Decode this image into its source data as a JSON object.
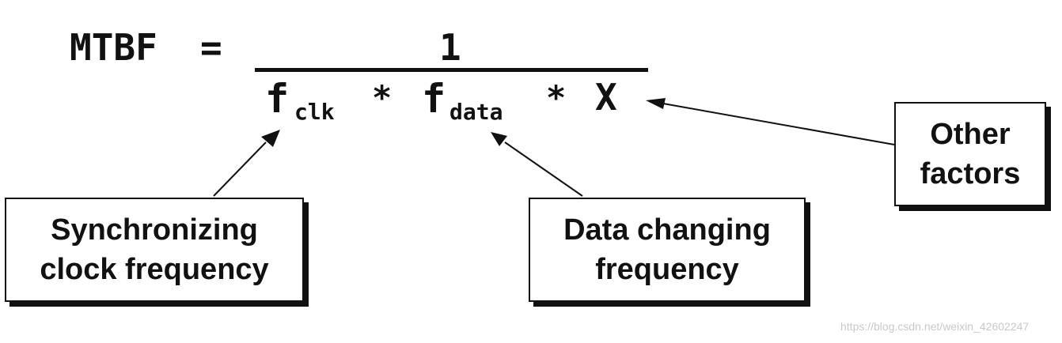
{
  "formula": {
    "lhs": "MTBF",
    "equals": "=",
    "numerator": "1",
    "denominator": {
      "f_symbol": "f",
      "clk_subscript": "clk",
      "times": "*",
      "data_subscript": "data",
      "x": "X"
    }
  },
  "labels": {
    "synchronizing": [
      "Synchronizing",
      "clock frequency"
    ],
    "data_changing": [
      "Data changing",
      "frequency"
    ],
    "other": [
      "Other",
      "factors"
    ]
  },
  "watermark": "https://blog.csdn.net/weixin_42602247"
}
